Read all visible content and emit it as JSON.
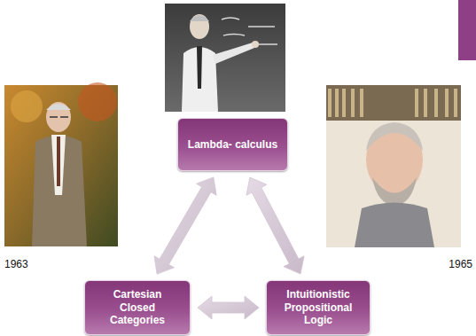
{
  "diagram": {
    "nodes": [
      {
        "text": [
          "Lambda- calculus"
        ]
      },
      {
        "text": [
          "Cartesian Closed Categories"
        ]
      },
      {
        "text": [
          "Intuitionistic Propositional Logic"
        ]
      }
    ],
    "edges": [
      {
        "from": 0,
        "to": 1,
        "arrow": "both"
      },
      {
        "from": 0,
        "to": 2,
        "arrow": "both"
      },
      {
        "from": 1,
        "to": 2,
        "arrow": "both"
      }
    ],
    "labels": [
      "1963",
      "1965"
    ]
  }
}
